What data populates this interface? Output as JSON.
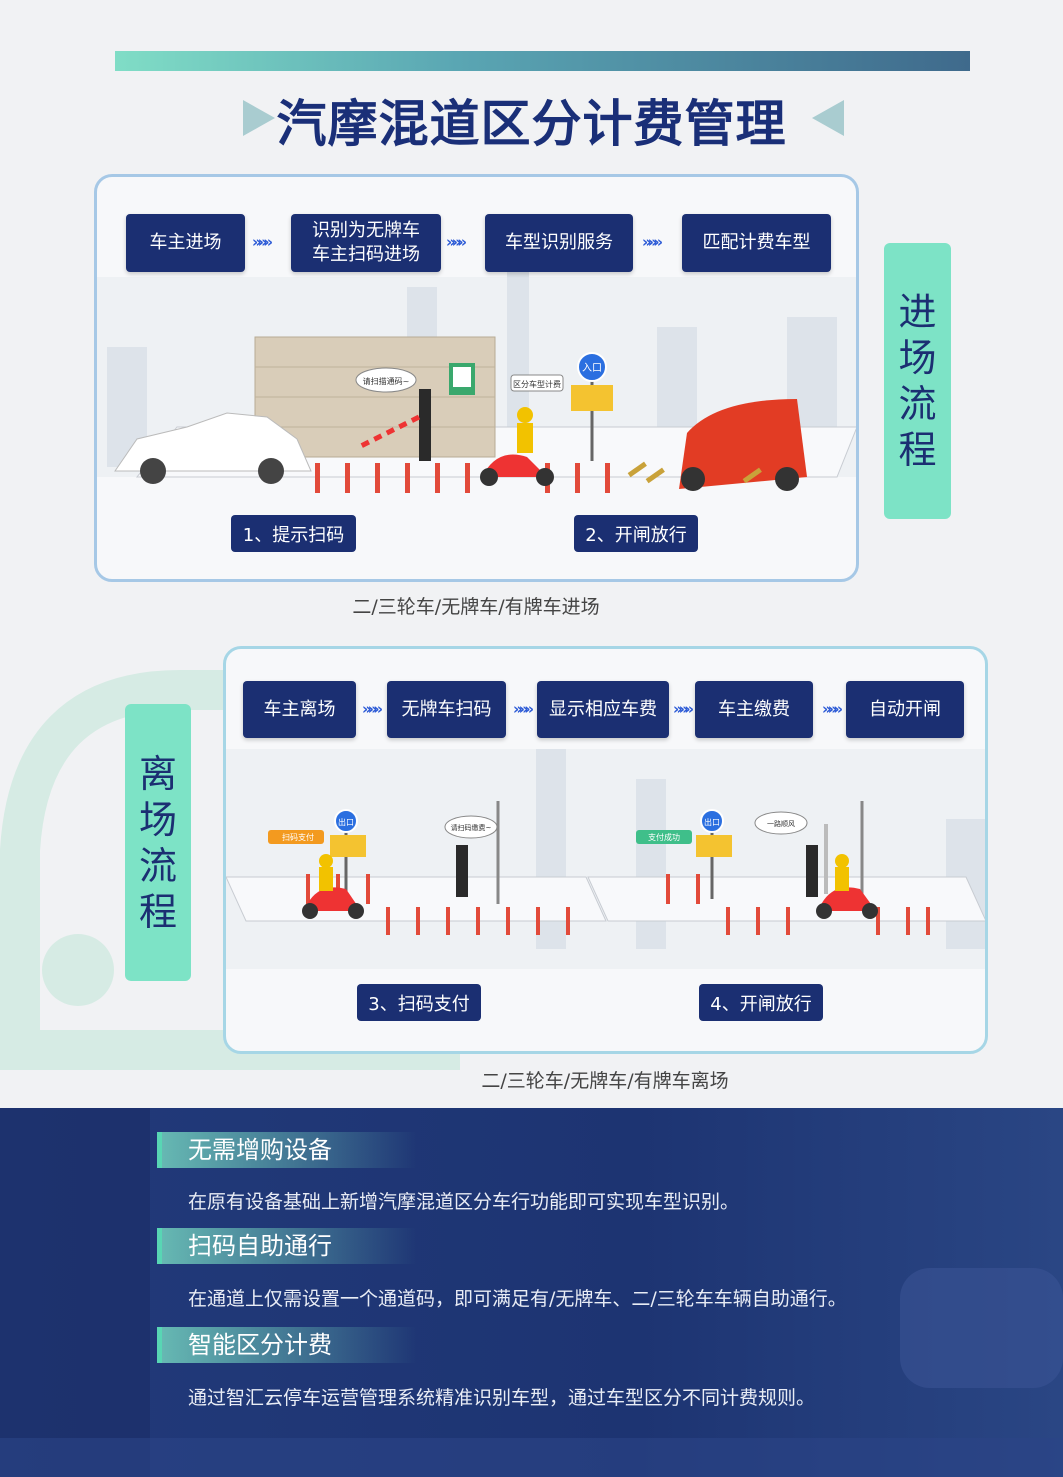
{
  "title": "汽摩混道区分计费管理",
  "entry": {
    "side_tag": [
      "进",
      "场",
      "流",
      "程"
    ],
    "steps": [
      "车主进场",
      "识别为无牌车\n车主扫码进场",
      "车型识别服务",
      "匹配计费车型"
    ],
    "step2_lines": [
      "识别为无牌车",
      "车主扫码进场"
    ],
    "chevron": "»»»",
    "labels": [
      "1、提示扫码",
      "2、开闸放行"
    ],
    "bubbles": [
      "请扫描通码~",
      "区分车型计费"
    ],
    "sign": "入口",
    "caption": "二/三轮车/无牌车/有牌车进场"
  },
  "exit": {
    "side_tag": [
      "离",
      "场",
      "流",
      "程"
    ],
    "steps": [
      "车主离场",
      "无牌车扫码",
      "显示相应车费",
      "车主缴费",
      "自动开闸"
    ],
    "labels": [
      "3、扫码支付",
      "4、开闸放行"
    ],
    "badges": [
      "扫码支付",
      "支付成功"
    ],
    "bubbles": [
      "请扫码缴费~",
      "一路顺风"
    ],
    "sign": "出口",
    "caption": "二/三轮车/无牌车/有牌车离场"
  },
  "features": [
    {
      "title": "无需增购设备",
      "desc": "在原有设备基础上新增汽摩混道区分车行功能即可实现车型识别。"
    },
    {
      "title": "扫码自助通行",
      "desc": "在通道上仅需设置一个通道码，即可满足有/无牌车、二/三轮车车辆自助通行。"
    },
    {
      "title": "智能区分计费",
      "desc": "通过智汇云停车运营管理系统精准识别车型，通过车型区分不同计费规则。"
    }
  ],
  "colors": {
    "navy": "#1b2f72",
    "mint": "#7de3c6",
    "chevron": "#2d5bd6"
  }
}
